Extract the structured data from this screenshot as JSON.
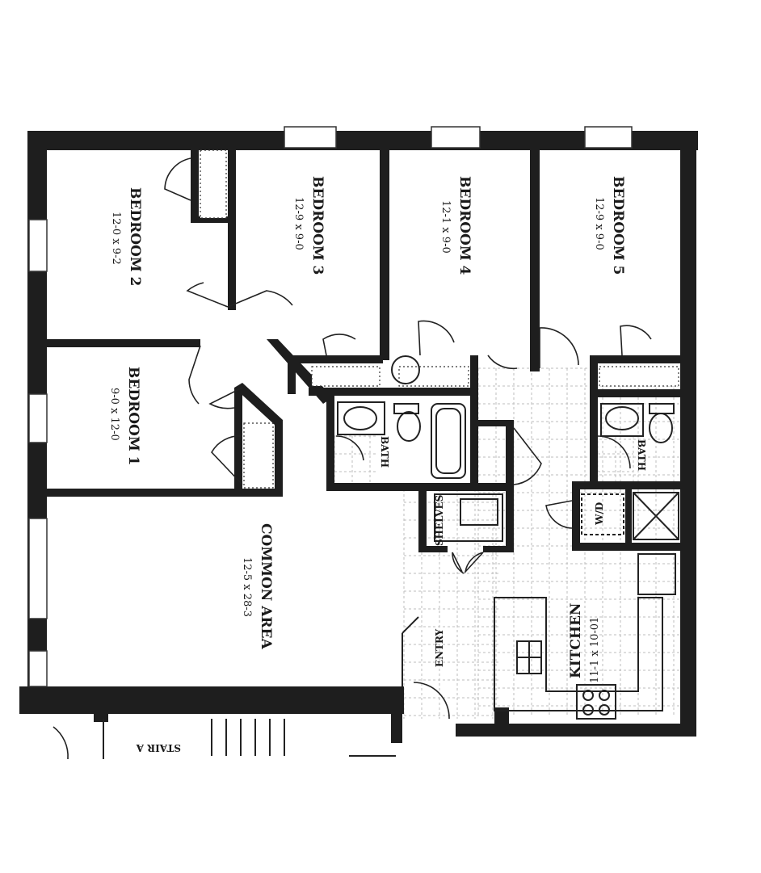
{
  "rooms": [
    {
      "id": "bedroom-2",
      "name": "BEDROOM 2",
      "dims": "12-0 x 9-2"
    },
    {
      "id": "bedroom-3",
      "name": "BEDROOM 3",
      "dims": "12-9 x 9-0"
    },
    {
      "id": "bedroom-4",
      "name": "BEDROOM 4",
      "dims": "12-1 x 9-0"
    },
    {
      "id": "bedroom-5",
      "name": "BEDROOM 5",
      "dims": "12-9 x 9-0"
    },
    {
      "id": "bedroom-1",
      "name": "BEDROOM 1",
      "dims": "9-0 x 12-0"
    },
    {
      "id": "common-area",
      "name": "COMMON AREA",
      "dims": "12-5 x 28-3"
    },
    {
      "id": "kitchen",
      "name": "KITCHEN",
      "dims": "11-1 x 10-01"
    }
  ],
  "fixtures": {
    "bath_left": "BATH",
    "bath_right": "BATH",
    "shelves": "SHELVES",
    "wd": "W/D",
    "entry": "ENTRY",
    "stair": "STAIR A"
  }
}
